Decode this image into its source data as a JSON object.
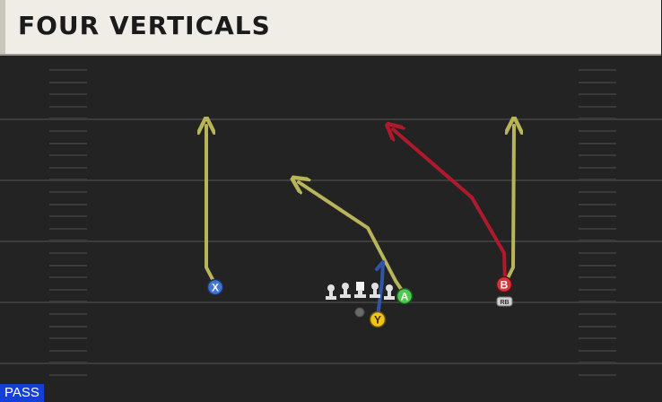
{
  "title": "FOUR VERTICALS",
  "play_type": "PASS",
  "colors": {
    "route_yellow": "#b8b45a",
    "route_red": "#b0182c",
    "route_blue": "#2f55a8",
    "player_x": "#3f74d6",
    "player_y": "#f0c419",
    "player_a": "#4cc94e",
    "player_b": "#d8323a",
    "lineman": "#e0e0e0"
  },
  "players": [
    {
      "label": "X",
      "role": "receiver"
    },
    {
      "label": "A",
      "role": "receiver"
    },
    {
      "label": "Y",
      "role": "receiver"
    },
    {
      "label": "B",
      "role": "receiver"
    },
    {
      "label": "RB",
      "role": "running-back"
    }
  ]
}
